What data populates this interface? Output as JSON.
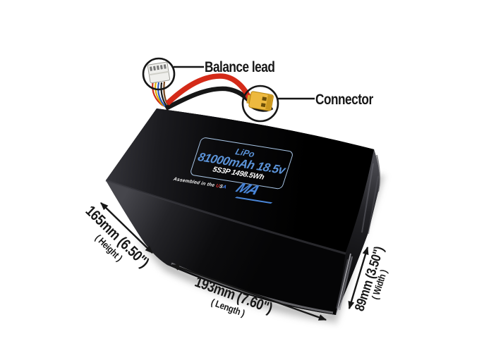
{
  "callouts": {
    "balance_lead": {
      "label": "Balance lead"
    },
    "connector": {
      "label": "Connector"
    }
  },
  "battery_label": {
    "line1": "LiPo",
    "line2": "81000mAh 18.5v",
    "line3": "5S3P 1498.5Wh",
    "assembled_prefix": "Assembled in the ",
    "assembled_u": "U",
    "assembled_s": "S",
    "assembled_a": "A",
    "logo_text": "MA"
  },
  "dimensions": {
    "height": {
      "value": "165mm (6.50\")",
      "name": "( Height )"
    },
    "length": {
      "value": "193mm (7.60\")",
      "name": "( Length )"
    },
    "width": {
      "value": "89mm (3.50\")",
      "name": "( Width )"
    }
  },
  "colors": {
    "label_blue": "#5b93d8",
    "label_border_blue": "#a9c6e6",
    "connector_yellow": "#edb93f",
    "wire_red": "#d42a18",
    "annotation_black": "#161616"
  }
}
